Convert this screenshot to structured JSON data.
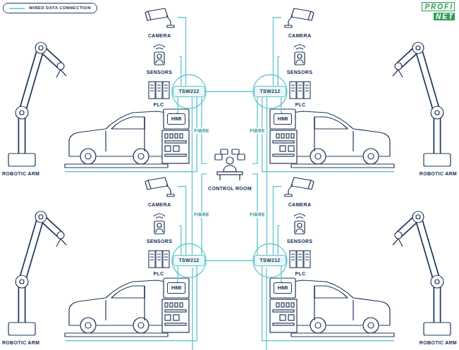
{
  "diagram": {
    "nodes": [
      {
        "text": [
          "CAMERA"
        ]
      },
      {
        "text": [
          "SENSORS"
        ]
      },
      {
        "text": [
          "PLC"
        ]
      },
      {
        "text": [
          "TSW212"
        ]
      },
      {
        "text": [
          "HMI"
        ]
      },
      {
        "text": [
          "ROBOTIC ARM"
        ]
      },
      {
        "text": [
          "CAMERA"
        ]
      },
      {
        "text": [
          "SENSORS"
        ]
      },
      {
        "text": [
          "PLC"
        ]
      },
      {
        "text": [
          "TSW212"
        ]
      },
      {
        "text": [
          "HMI"
        ]
      },
      {
        "text": [
          "ROBOTIC ARM"
        ]
      },
      {
        "text": [
          "CONTROL ROOM"
        ]
      },
      {
        "text": [
          "CAMERA"
        ]
      },
      {
        "text": [
          "SENSORS"
        ]
      },
      {
        "text": [
          "PLC"
        ]
      },
      {
        "text": [
          "TSW212"
        ]
      },
      {
        "text": [
          "HMI"
        ]
      },
      {
        "text": [
          "ROBOTIC ARM"
        ]
      },
      {
        "text": [
          "CAMERA"
        ]
      },
      {
        "text": [
          "SENSORS"
        ]
      },
      {
        "text": [
          "PLC"
        ]
      },
      {
        "text": [
          "TSW212"
        ]
      },
      {
        "text": [
          "HMI"
        ]
      },
      {
        "text": [
          "ROBOTIC ARM"
        ]
      }
    ],
    "edges": [
      {
        "from": 0,
        "to": 3,
        "arrow": "none"
      },
      {
        "from": 1,
        "to": 3,
        "arrow": "none"
      },
      {
        "from": 2,
        "to": 3,
        "arrow": "none"
      },
      {
        "from": 4,
        "to": 3,
        "arrow": "none"
      },
      {
        "from": 5,
        "to": 3,
        "arrow": "none"
      },
      {
        "from": 6,
        "to": 9,
        "arrow": "none"
      },
      {
        "from": 7,
        "to": 9,
        "arrow": "none"
      },
      {
        "from": 8,
        "to": 9,
        "arrow": "none"
      },
      {
        "from": 10,
        "to": 9,
        "arrow": "none"
      },
      {
        "from": 11,
        "to": 9,
        "arrow": "none"
      },
      {
        "from": 13,
        "to": 16,
        "arrow": "none"
      },
      {
        "from": 14,
        "to": 16,
        "arrow": "none"
      },
      {
        "from": 15,
        "to": 16,
        "arrow": "none"
      },
      {
        "from": 17,
        "to": 16,
        "arrow": "none"
      },
      {
        "from": 18,
        "to": 16,
        "arrow": "none"
      },
      {
        "from": 19,
        "to": 22,
        "arrow": "none"
      },
      {
        "from": 20,
        "to": 22,
        "arrow": "none"
      },
      {
        "from": 21,
        "to": 22,
        "arrow": "none"
      },
      {
        "from": 23,
        "to": 22,
        "arrow": "none"
      },
      {
        "from": 24,
        "to": 22,
        "arrow": "none"
      },
      {
        "from": 3,
        "to": 9,
        "arrow": "none"
      },
      {
        "from": 16,
        "to": 22,
        "arrow": "none"
      },
      {
        "from": 3,
        "to": 16,
        "arrow": "none"
      },
      {
        "from": 9,
        "to": 22,
        "arrow": "none"
      },
      {
        "from": 3,
        "to": 12,
        "label": "FIBRE",
        "arrow": "none"
      },
      {
        "from": 9,
        "to": 12,
        "label": "FIBRE",
        "arrow": "none"
      },
      {
        "from": 16,
        "to": 12,
        "label": "FIBRE",
        "arrow": "none"
      },
      {
        "from": 22,
        "to": 12,
        "label": "FIBRE",
        "arrow": "none"
      }
    ],
    "labels": [
      "PROFI",
      "NET"
    ],
    "legend": [
      {
        "text": "WIRED DATA CONNECTION"
      }
    ]
  }
}
